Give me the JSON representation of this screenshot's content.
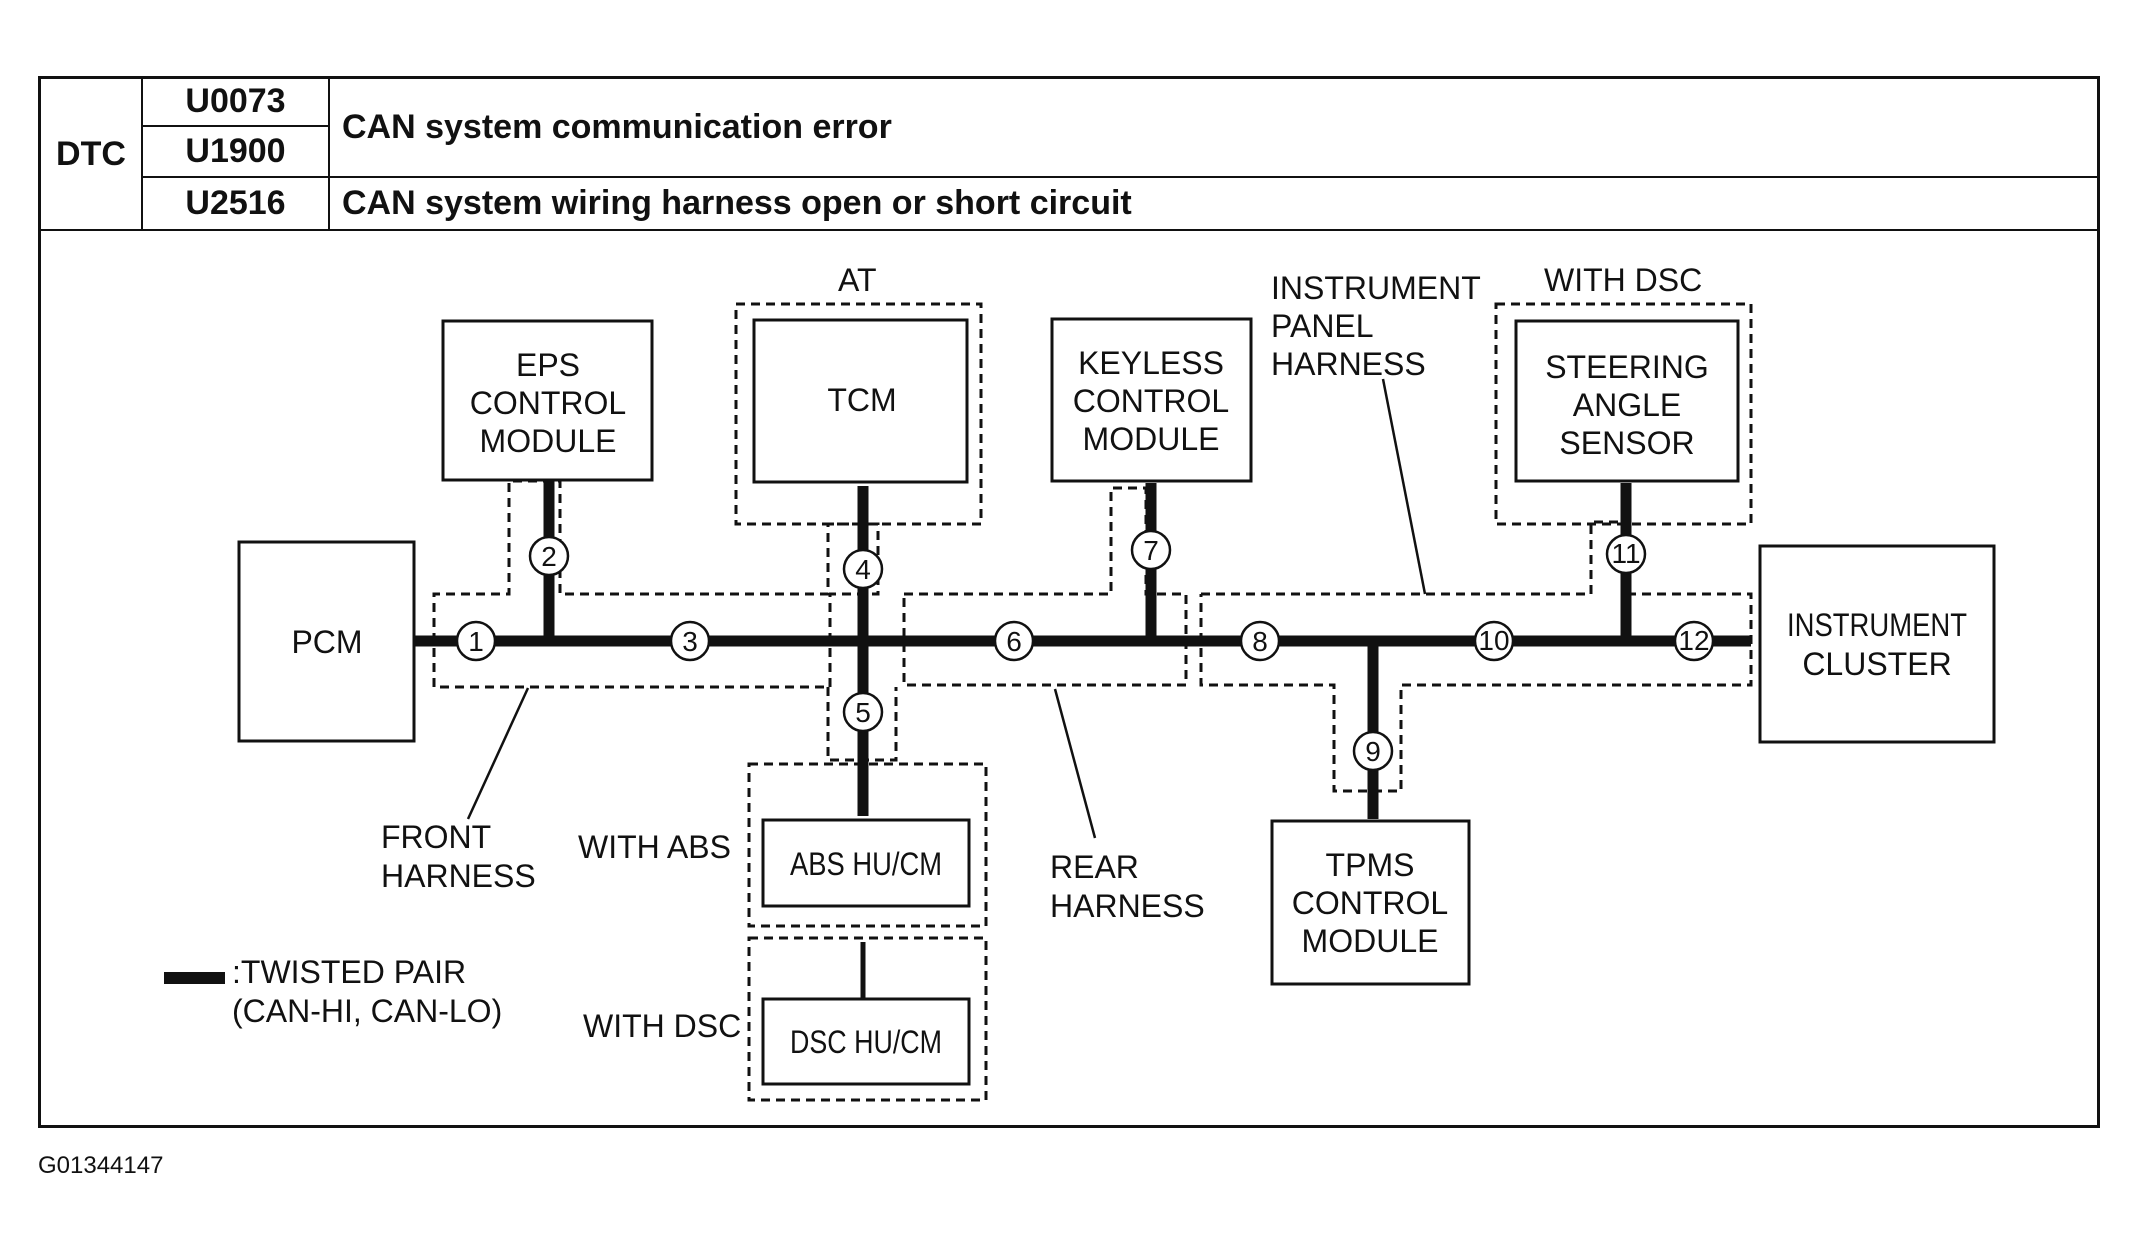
{
  "dtc": {
    "header": "DTC",
    "codes": [
      "U0073",
      "U1900",
      "U2516"
    ],
    "descriptions": [
      "CAN system communication error",
      "CAN system wiring harness open or short circuit"
    ]
  },
  "modules": {
    "pcm": [
      "PCM"
    ],
    "eps": [
      "EPS",
      "CONTROL",
      "MODULE"
    ],
    "tcm": [
      "TCM"
    ],
    "keyless": [
      "KEYLESS",
      "CONTROL",
      "MODULE"
    ],
    "steering": [
      "STEERING",
      "ANGLE",
      "SENSOR"
    ],
    "cluster": [
      "INSTRUMENT",
      "CLUSTER"
    ],
    "tpms": [
      "TPMS",
      "CONTROL",
      "MODULE"
    ],
    "abs": [
      "ABS HU/CM"
    ],
    "dsc": [
      "DSC HU/CM"
    ]
  },
  "labels": {
    "at": "AT",
    "with_dsc_top": "WITH DSC",
    "instrument_panel_harness": [
      "INSTRUMENT",
      "PANEL",
      "HARNESS"
    ],
    "front_harness": [
      "FRONT",
      "HARNESS"
    ],
    "rear_harness": [
      "REAR",
      "HARNESS"
    ],
    "with_abs": "WITH ABS",
    "with_dsc_bottom": "WITH DSC",
    "legend": [
      ":TWISTED PAIR",
      "(CAN-HI, CAN-LO)"
    ]
  },
  "connectors": [
    "1",
    "2",
    "3",
    "4",
    "5",
    "6",
    "7",
    "8",
    "9",
    "10",
    "11",
    "12"
  ],
  "figure_id": "G01344147"
}
